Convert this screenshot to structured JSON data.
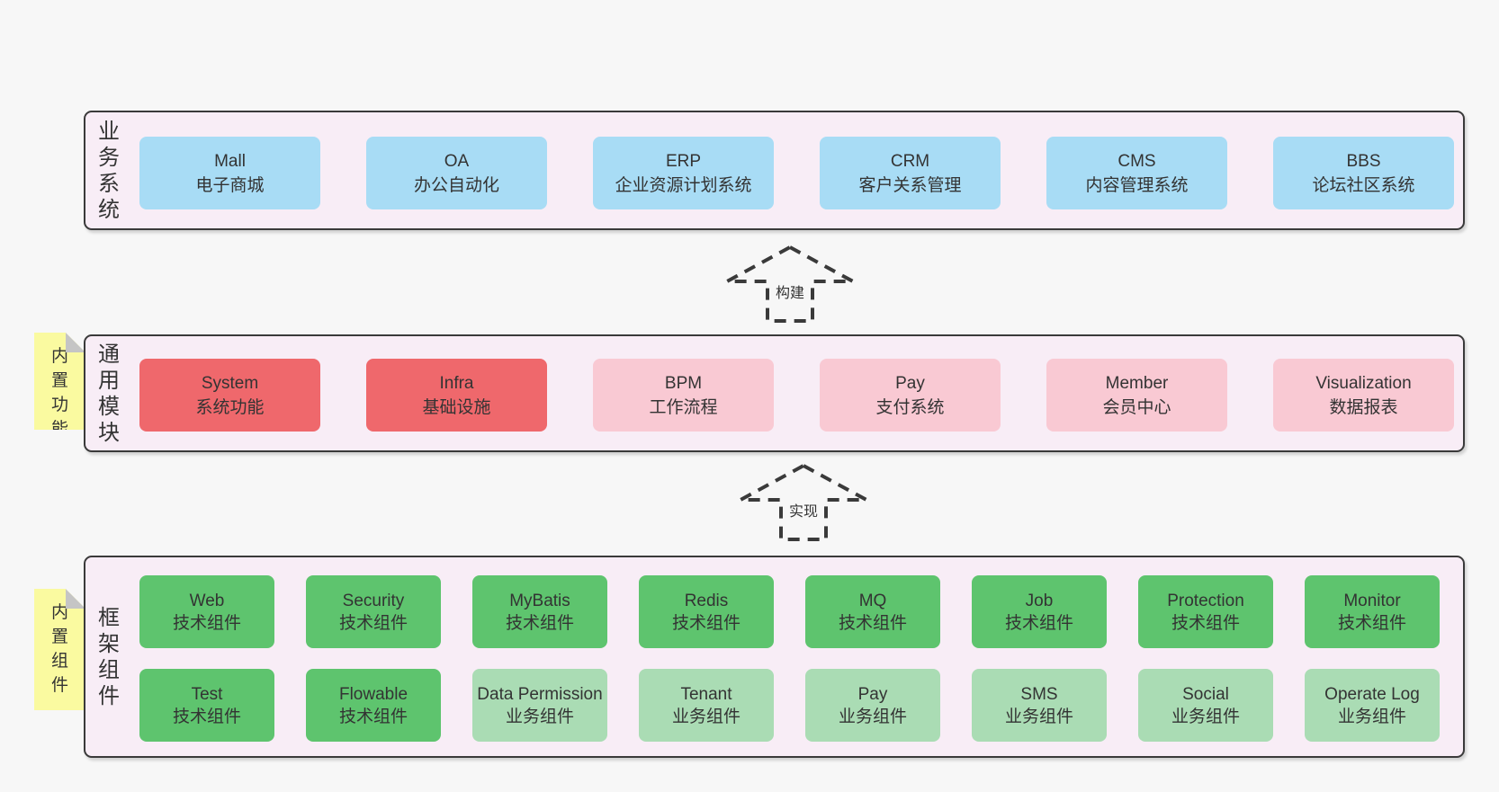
{
  "colors": {
    "page_bg": "#f7f7f7",
    "container_bg": "#f8edf6",
    "line": "#3a3a3a",
    "blue": "#a8dcf5",
    "red": "#ef686c",
    "pink": "#f9c9d3",
    "green": "#5ec46e",
    "lightgreen": "#aadcb4",
    "note_bg": "#fafaa0",
    "note_fold": "#c5c5c5",
    "text": "#333333"
  },
  "layers": {
    "business": {
      "label": "业务系统",
      "boxes": [
        {
          "en": "Mall",
          "zh": "电子商城",
          "type": "blue"
        },
        {
          "en": "OA",
          "zh": "办公自动化",
          "type": "blue"
        },
        {
          "en": "ERP",
          "zh": "企业资源计划系统",
          "type": "blue"
        },
        {
          "en": "CRM",
          "zh": "客户关系管理",
          "type": "blue"
        },
        {
          "en": "CMS",
          "zh": "内容管理系统",
          "type": "blue"
        },
        {
          "en": "BBS",
          "zh": "论坛社区系统",
          "type": "blue"
        }
      ]
    },
    "modules": {
      "note": "内置功能",
      "label": "通用模块",
      "boxes": [
        {
          "en": "System",
          "zh": "系统功能",
          "type": "red"
        },
        {
          "en": "Infra",
          "zh": "基础设施",
          "type": "red"
        },
        {
          "en": "BPM",
          "zh": "工作流程",
          "type": "pink"
        },
        {
          "en": "Pay",
          "zh": "支付系统",
          "type": "pink"
        },
        {
          "en": "Member",
          "zh": "会员中心",
          "type": "pink"
        },
        {
          "en": "Visualization",
          "zh": "数据报表",
          "type": "pink"
        }
      ]
    },
    "components": {
      "note": "内置组件",
      "label": "框架组件",
      "row1": [
        {
          "en": "Web",
          "zh": "技术组件",
          "type": "green"
        },
        {
          "en": "Security",
          "zh": "技术组件",
          "type": "green"
        },
        {
          "en": "MyBatis",
          "zh": "技术组件",
          "type": "green"
        },
        {
          "en": "Redis",
          "zh": "技术组件",
          "type": "green"
        },
        {
          "en": "MQ",
          "zh": "技术组件",
          "type": "green"
        },
        {
          "en": "Job",
          "zh": "技术组件",
          "type": "green"
        },
        {
          "en": "Protection",
          "zh": "技术组件",
          "type": "green"
        },
        {
          "en": "Monitor",
          "zh": "技术组件",
          "type": "green"
        }
      ],
      "row2": [
        {
          "en": "Test",
          "zh": "技术组件",
          "type": "green"
        },
        {
          "en": "Flowable",
          "zh": "技术组件",
          "type": "green"
        },
        {
          "en": "Data Permission",
          "zh": "业务组件",
          "type": "lightgreen"
        },
        {
          "en": "Tenant",
          "zh": "业务组件",
          "type": "lightgreen"
        },
        {
          "en": "Pay",
          "zh": "业务组件",
          "type": "lightgreen"
        },
        {
          "en": "SMS",
          "zh": "业务组件",
          "type": "lightgreen"
        },
        {
          "en": "Social",
          "zh": "业务组件",
          "type": "lightgreen"
        },
        {
          "en": "Operate Log",
          "zh": "业务组件",
          "type": "lightgreen"
        }
      ]
    }
  },
  "arrows": {
    "build": {
      "label": "构建"
    },
    "implement": {
      "label": "实现"
    }
  }
}
